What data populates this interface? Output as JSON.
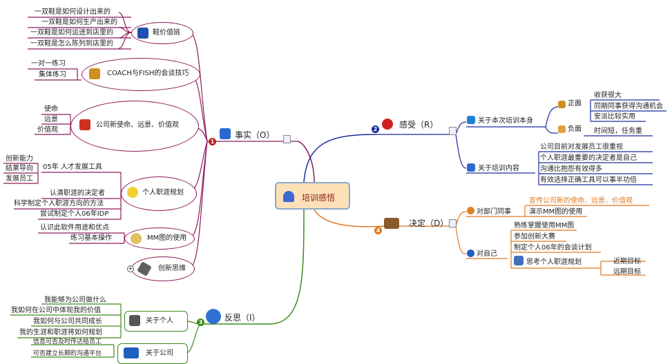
{
  "root": {
    "label": "培训感悟"
  },
  "facts": {
    "label": "事实（O）",
    "num": "1",
    "shoe": {
      "label": "鞋价值链",
      "items": [
        "一双鞋是如何设计出来的",
        "一双鞋是如何生产出来的",
        "一双鞋是如何运送到店里的",
        "一双鞋是怎么陈列到店里的"
      ]
    },
    "coach": {
      "label": "COACH与FISH的会谈技巧",
      "items": [
        "一对一练习",
        "集体练习"
      ]
    },
    "mission": {
      "label": "公司新使命、远景、价值观",
      "items": [
        "使命",
        "远景",
        "价值观"
      ]
    },
    "career": {
      "label": "个人职涯规划",
      "tool": "05年 人才发展工具",
      "tool_items": [
        "创新能力",
        "结果导向",
        "发展员工"
      ],
      "items": [
        "认清职涯的决定者",
        "科学制定个人职涯方向的方法",
        "尝试制定个人06年IDP"
      ]
    },
    "mm": {
      "label": "MM图的使用",
      "items": [
        "认识此软件用途和优点",
        "练习基本操作"
      ]
    },
    "innov": {
      "label": "创新思维"
    }
  },
  "feel": {
    "label": "感受（R）",
    "num": "2",
    "training": {
      "label": "关于本次培训本身",
      "pos": {
        "label": "正面",
        "items": [
          "收获很大",
          "同期同事获得沟通机会",
          "安派比较实用"
        ]
      },
      "neg": {
        "label": "负面",
        "items": [
          "时间短，任务重"
        ]
      }
    },
    "content": {
      "label": "关于培训内容",
      "items": [
        "公司目前对发展员工很重视",
        "个人职涯最重要的决定者是自己",
        "沟通比抱怨有效得多",
        "有效选择正确工具可以事半功倍"
      ]
    }
  },
  "decide": {
    "label": "决定（D）",
    "num": "4",
    "dept": {
      "label": "对部门同事",
      "items": [
        "宣传公司新的使命、远景、价值观",
        "演示MM图的使用"
      ]
    },
    "self": {
      "label": "对自己",
      "items": [
        "熟练掌握使用MM图",
        "参加创新大赛",
        "制定个人06年的会谈计划"
      ],
      "plan": {
        "label": "思考个人职涯规划",
        "items": [
          "近期目标",
          "远期目标"
        ]
      }
    }
  },
  "reflect": {
    "label": "反思（I）",
    "num": "3",
    "personal": {
      "label": "关于个人",
      "items": [
        "我能够为公司做什么",
        "我如何在公司中体现我的价值",
        "我如何与公司共同成长",
        "我的生涯和职涯将如何规划"
      ]
    },
    "company": {
      "label": "关于公司",
      "items": [
        "信息可否及时传达给员工",
        "可否建立长期的沟通平台"
      ]
    }
  },
  "colors": {
    "facts": "#8b1a5a",
    "feel": "#1a2a9a",
    "decide": "#e07820",
    "reflect": "#3a8a1a",
    "root_fill": "#fde0b8"
  }
}
